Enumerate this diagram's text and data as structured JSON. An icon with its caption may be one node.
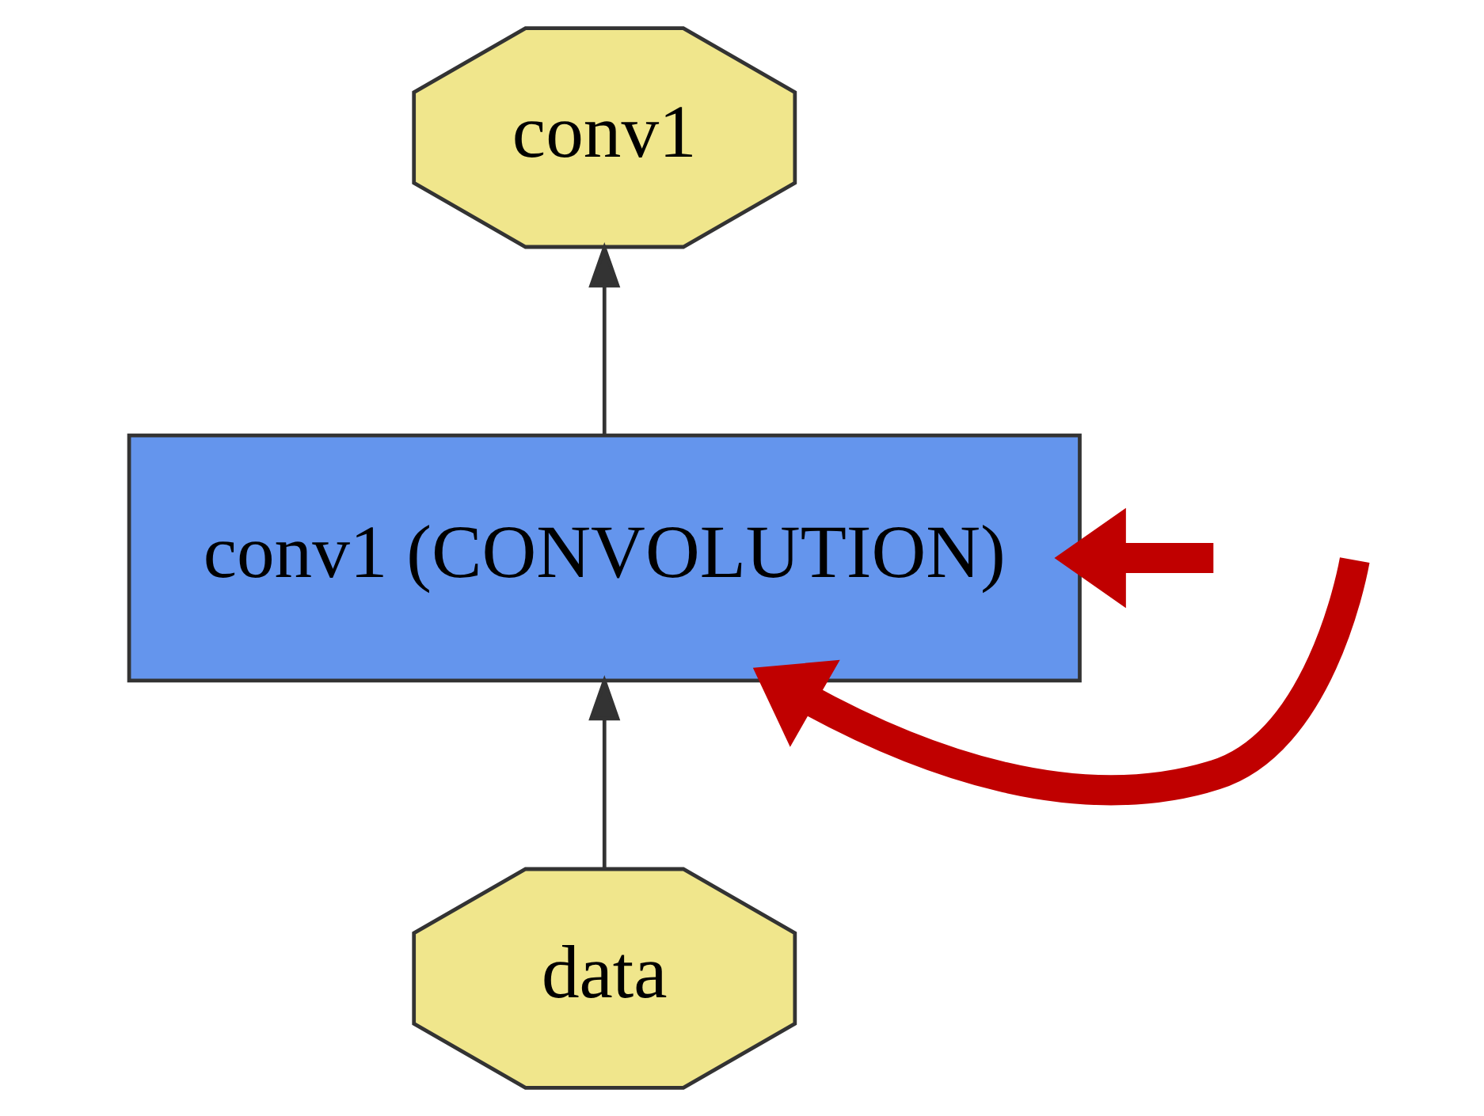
{
  "diagram": {
    "nodes": [
      {
        "text": [
          "conv1"
        ]
      },
      {
        "text": [
          "conv1 (CONVOLUTION)"
        ]
      },
      {
        "text": [
          "data"
        ]
      }
    ],
    "edges": [
      {
        "from": 2,
        "to": 1,
        "arrow": "to"
      },
      {
        "from": 1,
        "to": 0,
        "arrow": "to"
      },
      {
        "from": null,
        "to": 1,
        "arrow": "to",
        "style": "thick",
        "color": "#c00000"
      },
      {
        "from": null,
        "to": 1,
        "arrow": "to",
        "style": "thick",
        "color": "#c00000"
      }
    ]
  }
}
